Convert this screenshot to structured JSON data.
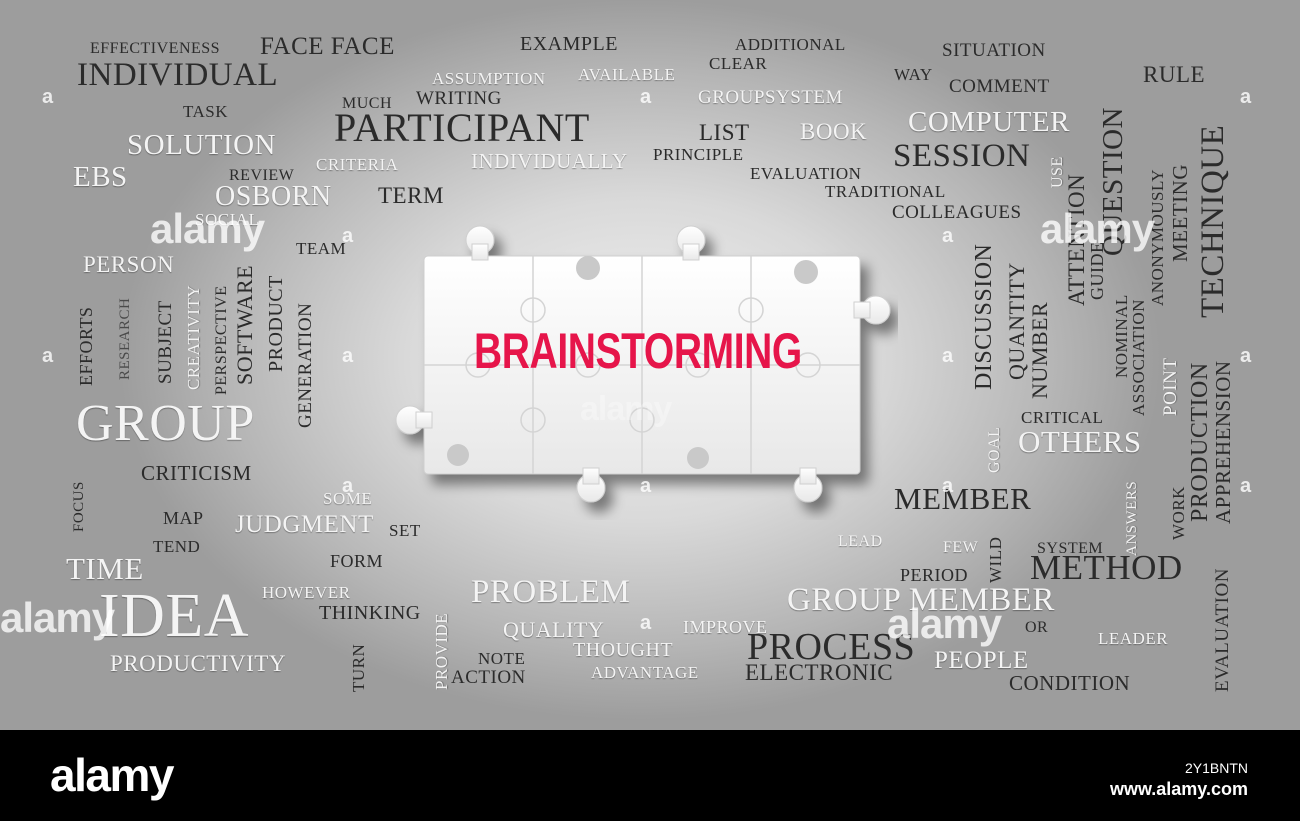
{
  "headline": "BRAINSTORMING",
  "words": {
    "effectiveness": "EFFECTIVENESS",
    "face_face": "FACE FACE",
    "example": "EXAMPLE",
    "additional": "ADDITIONAL",
    "situation": "SITUATION",
    "individual": "INDIVIDUAL",
    "assumption": "ASSUMPTION",
    "available": "AVAILABLE",
    "clear": "CLEAR",
    "way": "WAY",
    "comment": "COMMENT",
    "rule": "RULE",
    "task": "TASK",
    "much": "MUCH",
    "writing": "WRITING",
    "groupsystem": "GROUPSYSTEM",
    "participant": "PARTICIPANT",
    "list": "LIST",
    "book": "BOOK",
    "computer": "COMPUTER",
    "solution": "SOLUTION",
    "criteria": "CRITERIA",
    "individually": "INDIVIDUALLY",
    "principle": "PRINCIPLE",
    "session": "SESSION",
    "ebs": "EBS",
    "review": "REVIEW",
    "evaluation_top": "EVALUATION",
    "osborn": "OSBORN",
    "term": "TERM",
    "traditional": "TRADITIONAL",
    "social": "SOCIAL",
    "colleagues": "COLLEAGUES",
    "team": "TEAM",
    "person": "PERSON",
    "efforts": "EFFORTS",
    "research": "RESEARCH",
    "subject": "SUBJECT",
    "creativity": "CREATIVITY",
    "perspective": "PERSPECTIVE",
    "software": "SOFTWARE",
    "product": "PRODUCT",
    "generation": "GENERATION",
    "group": "GROUP",
    "criticism": "CRITICISM",
    "focus": "FOCUS",
    "some": "SOME",
    "map": "MAP",
    "judgment": "JUDGMENT",
    "set": "SET",
    "tend": "TEND",
    "form": "FORM",
    "time": "TIME",
    "idea": "IDEA",
    "however": "HOWEVER",
    "thinking": "THINKING",
    "productivity": "PRODUCTIVITY",
    "turn": "TURN",
    "provide": "PROVIDE",
    "problem": "PROBLEM",
    "quality": "QUALITY",
    "improve": "IMPROVE",
    "note": "NOTE",
    "thought": "THOUGHT",
    "action": "ACTION",
    "advantage": "ADVANTAGE",
    "process": "PROCESS",
    "electronic": "ELECTRONIC",
    "group_member": "GROUP MEMBER",
    "people": "PEOPLE",
    "condition": "CONDITION",
    "leader": "LEADER",
    "or": "OR",
    "method": "METHOD",
    "system": "SYSTEM",
    "period": "PERIOD",
    "few": "FEW",
    "wild": "WILD",
    "lead": "LEAD",
    "member": "MEMBER",
    "others": "OTHERS",
    "critical": "CRITICAL",
    "goal": "GOAL",
    "discussion": "DISCUSSION",
    "quantity": "QUANTITY",
    "number": "NUMBER",
    "use": "USE",
    "attention": "ATTENTION",
    "guide": "GUIDE",
    "question": "QUESTION",
    "nominal": "NOMINAL",
    "association": "ASSOCIATION",
    "anonymously": "ANONYMOUSLY",
    "meeting": "MEETING",
    "technique": "TECHNIQUE",
    "point": "POINT",
    "production": "PRODUCTION",
    "apprehension": "APPREHENSION",
    "evaluation_side": "EVALUATION",
    "answers": "ANSWERS",
    "work": "WORK"
  },
  "watermark": {
    "brand": "alamy",
    "image_id": "2Y1BNTN",
    "site": "www.alamy.com"
  }
}
